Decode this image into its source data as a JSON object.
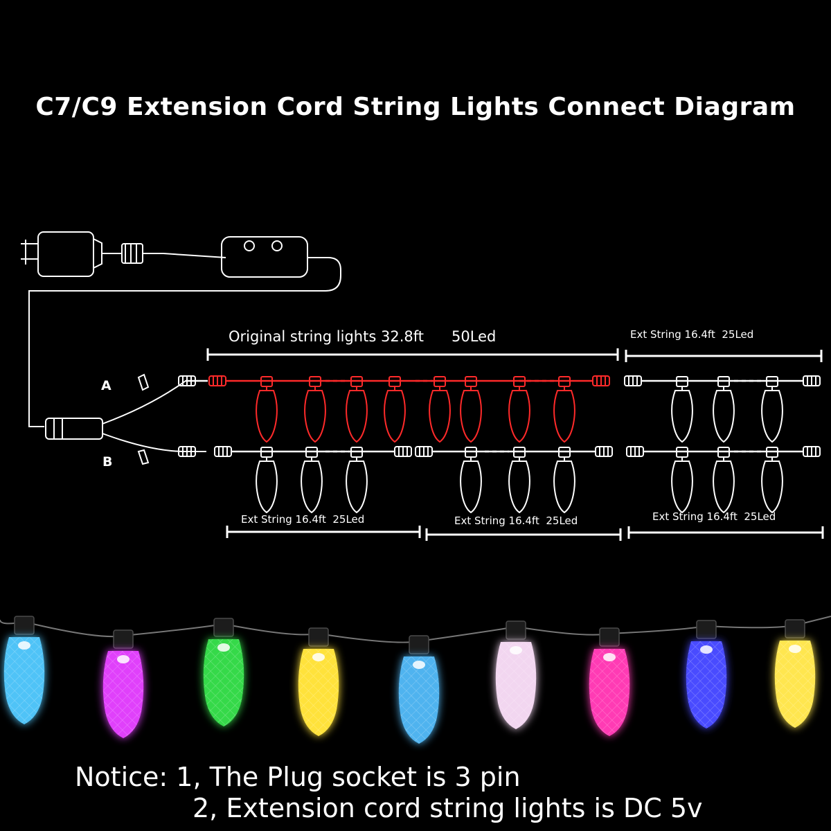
{
  "title": "C7/C9 Extension Cord String Lights Connect Diagram",
  "ports": {
    "a": "A",
    "b": "B"
  },
  "segments": {
    "original": {
      "name": "Original string lights 32.8ft",
      "count": "50Led"
    },
    "ext_top": "Ext String 16.4ft  25Led",
    "ext_bottom_1": "Ext String 16.4ft  25Led",
    "ext_bottom_2": "Ext String 16.4ft  25Led",
    "ext_bottom_3": "Ext String 16.4ft  25Led"
  },
  "notice": {
    "line1": "Notice: 1, The Plug socket is 3 pin",
    "line2": "2, Extension cord string lights is DC 5v"
  },
  "colors": {
    "background": "#000000",
    "line_art": "#ffffff",
    "original_string": "#ff2a2a"
  },
  "bulb_colors": [
    "#4fc3f7",
    "#e040fb",
    "#36d94a",
    "#ffe23a",
    "#4fb3ef",
    "#f2d6f0",
    "#ff3ab4",
    "#4a4cff",
    "#ffe650"
  ]
}
